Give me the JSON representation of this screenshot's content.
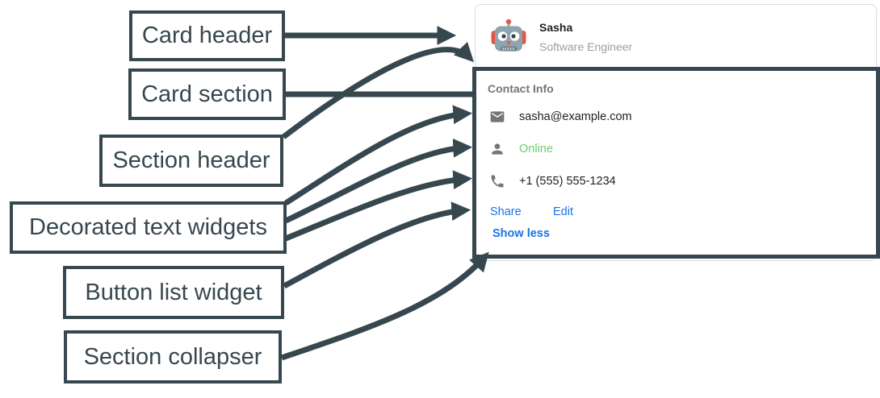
{
  "annotations": {
    "labels": [
      {
        "text": "Card header"
      },
      {
        "text": "Card section"
      },
      {
        "text": "Section header"
      },
      {
        "text": "Decorated text widgets"
      },
      {
        "text": "Button list widget"
      },
      {
        "text": "Section collapser"
      }
    ]
  },
  "card": {
    "header": {
      "avatar_icon": "robot-avatar-icon",
      "name": "Sasha",
      "role": "Software Engineer"
    },
    "section": {
      "title": "Contact Info",
      "rows": [
        {
          "icon": "mail-icon",
          "text": "sasha@example.com",
          "color": "#212121"
        },
        {
          "icon": "person-icon",
          "text": "Online",
          "color": "#6fce73"
        },
        {
          "icon": "phone-icon",
          "text": "+1 (555) 555-1234",
          "color": "#212121"
        }
      ],
      "buttons": [
        {
          "label": "Share"
        },
        {
          "label": "Edit"
        }
      ],
      "collapser": {
        "label": "Show less"
      }
    }
  },
  "colors": {
    "annotation_dark": "#37474f",
    "link_blue": "#1a73e8",
    "online_green": "#6fce73",
    "icon_gray": "#757575",
    "card_border": "#dadce0",
    "avatar_red": "#e2574c",
    "avatar_gray": "#8ea4af"
  }
}
